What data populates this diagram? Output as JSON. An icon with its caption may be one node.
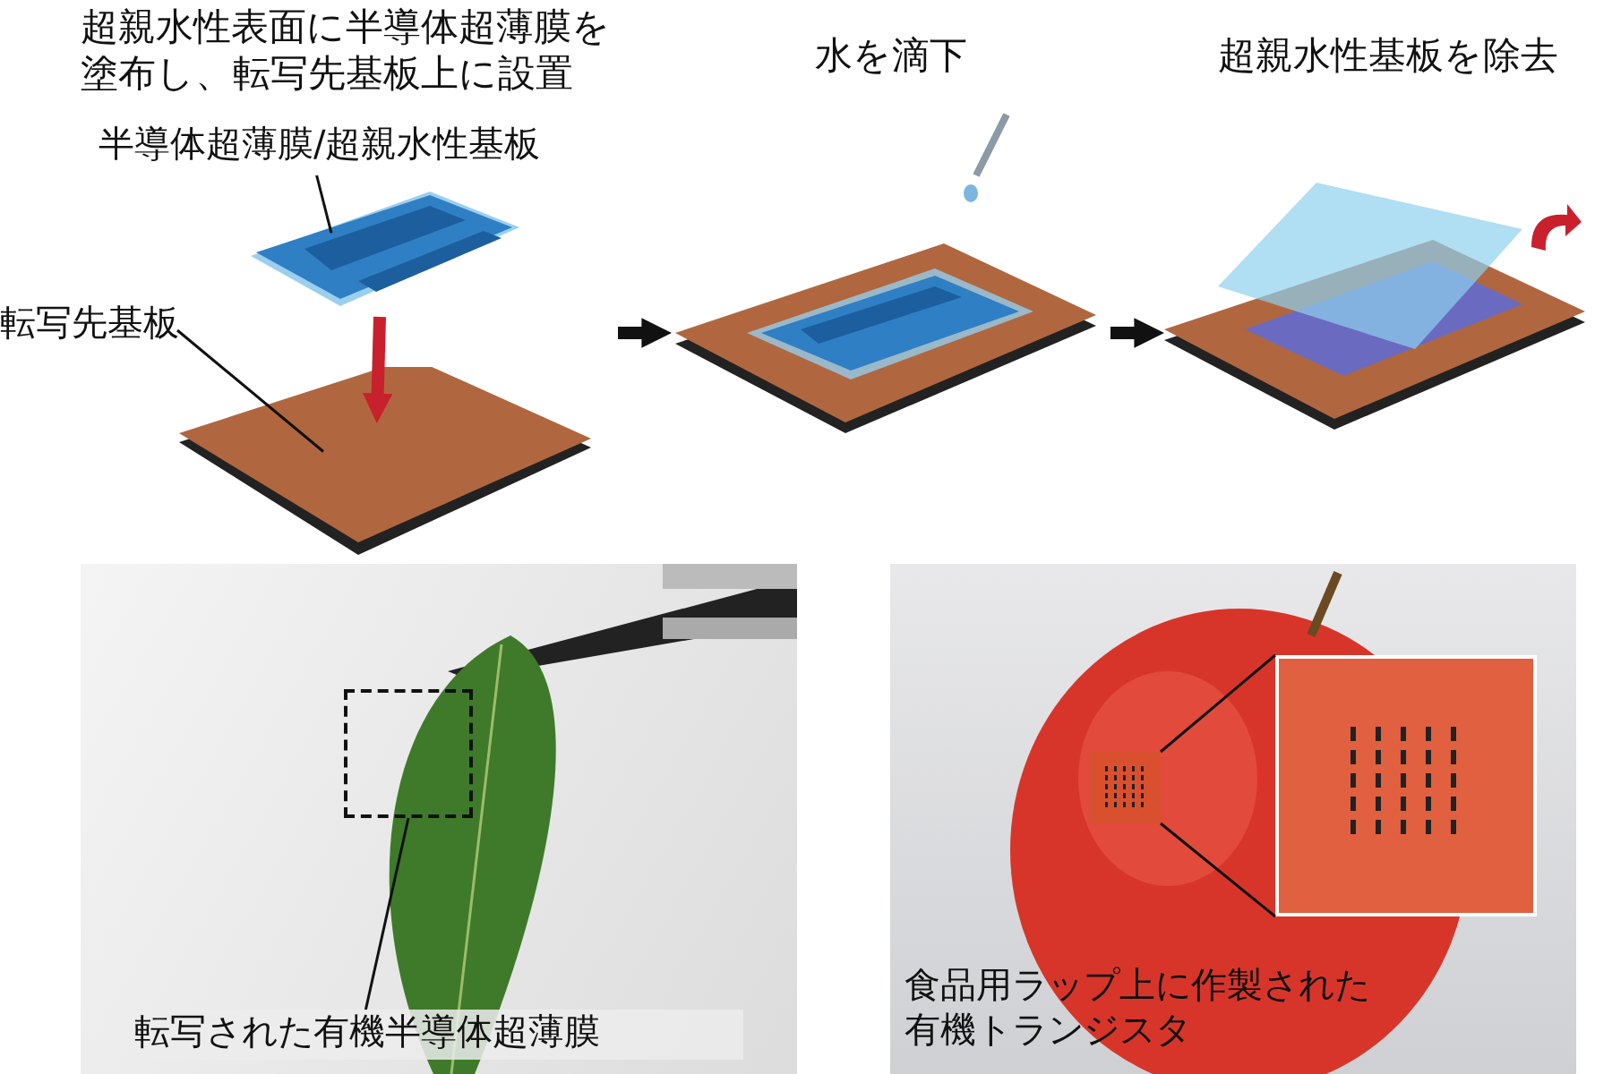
{
  "diagram": {
    "nodes": [
      {
        "text": [
          "超親水性表面に半導体超薄膜を塗布し、転写先基板上に設置"
        ]
      },
      {
        "text": [
          "半導体超薄膜/超親水性基板"
        ],
        "in": 0
      },
      {
        "text": [],
        "shape": "picture",
        "in": 0
      },
      {
        "text": [
          "転写先基板"
        ],
        "in": 0
      },
      {
        "text": [],
        "shape": "picture",
        "in": 0
      },
      {
        "text": [
          "水を滴下"
        ]
      },
      {
        "text": [
          "超親水性基板を除去"
        ]
      },
      {
        "text": [],
        "shape": "picture"
      },
      {
        "text": [
          "転写された有機半導体超薄膜"
        ],
        "in": 7
      },
      {
        "text": [],
        "shape": "box",
        "in": 7
      },
      {
        "text": [],
        "shape": "picture"
      },
      {
        "text": [
          "食品用ラップ上に作製された有機トランジスタ"
        ],
        "in": 10
      },
      {
        "text": [],
        "shape": "box",
        "in": 10
      },
      {
        "text": [],
        "shape": "box",
        "in": 10
      }
    ],
    "edges": [
      {
        "from": 1,
        "to": 2,
        "arrow": "none"
      },
      {
        "from": 3,
        "to": 4,
        "arrow": "none"
      },
      {
        "from": 2,
        "to": 4,
        "arrow": "to",
        "style": "thick",
        "color": "#c8202c"
      },
      {
        "from": 0,
        "to": 5,
        "arrow": "to",
        "style": "thick"
      },
      {
        "from": 5,
        "to": 6,
        "arrow": "to",
        "style": "thick"
      },
      {
        "from": 8,
        "to": 9,
        "arrow": "none"
      },
      {
        "from": 12,
        "to": 13,
        "arrow": "none"
      },
      {
        "from": 12,
        "to": 13,
        "arrow": "none"
      }
    ]
  }
}
